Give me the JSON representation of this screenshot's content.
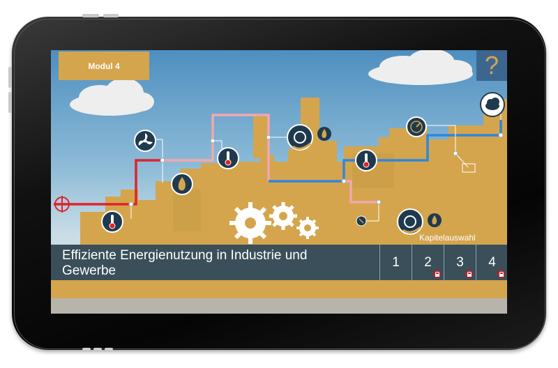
{
  "app": {
    "module_label": "Modul 4",
    "help_glyph": "?",
    "title": "Effiziente Energienutzung in Industrie und Gewerbe",
    "chapter_caption": "Kapitelauswahl",
    "chapters": [
      {
        "label": "1",
        "locked": false
      },
      {
        "label": "2",
        "locked": true
      },
      {
        "label": "3",
        "locked": true
      },
      {
        "label": "4",
        "locked": true
      }
    ]
  },
  "icons": [
    "fan-icon",
    "thermometer-icon",
    "flame-icon",
    "heat-exchanger-icon",
    "gauge-icon",
    "cloud-icon",
    "gear-icon",
    "crosshair-icon",
    "lock-icon"
  ],
  "colors": {
    "accent": "#d4a54c",
    "help_bg": "#3c6690",
    "titlebar": "#3a4f5a",
    "hot_line": "#e0232b",
    "warm_line": "#f2a7b0",
    "cold_line": "#2f86e0",
    "lock": "#c0202a"
  }
}
